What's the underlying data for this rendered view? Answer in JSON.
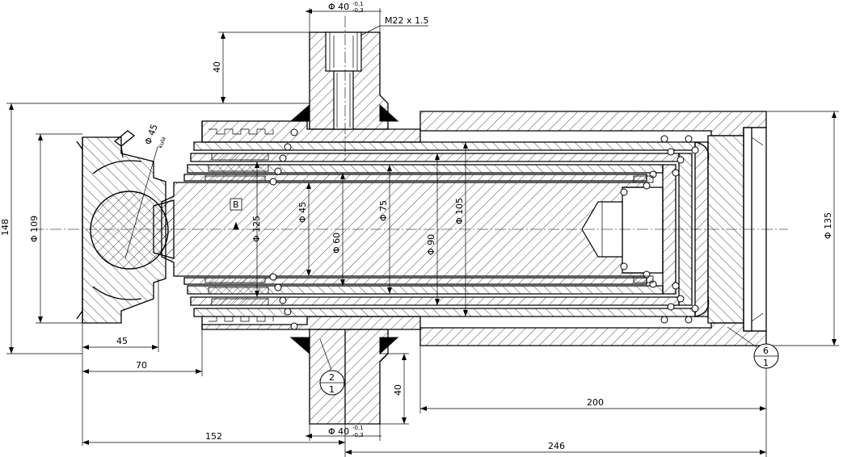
{
  "labels": {
    "port_top_diameter": "Φ 40",
    "port_top_tol_upper": "-0,1",
    "port_top_tol_lower": "-0,3",
    "thread": "M22 x 1.5",
    "port_height_top": "40",
    "overall_height": "148",
    "ball_seat_diameter": "Φ 109",
    "ball_diameter": "Φ 45",
    "ball_word": "kula",
    "detail_b": "B",
    "d125": "Φ 125",
    "d45": "Φ 45",
    "d60": "Φ 60",
    "d75": "Φ 75",
    "d90": "Φ 90",
    "d105": "Φ 105",
    "d135": "Φ 135",
    "dim_45": "45",
    "dim_70": "70",
    "dim_152": "152",
    "dim_200": "200",
    "dim_246": "246",
    "port_height_bottom": "40",
    "port_bottom_diameter": "Φ 40",
    "port_bottom_tol_upper": "-0,1",
    "port_bottom_tol_lower": "-0,3",
    "balloon_left_top": "2",
    "balloon_left_bottom": "1",
    "balloon_right_top": "6",
    "balloon_right_bottom": "1"
  }
}
